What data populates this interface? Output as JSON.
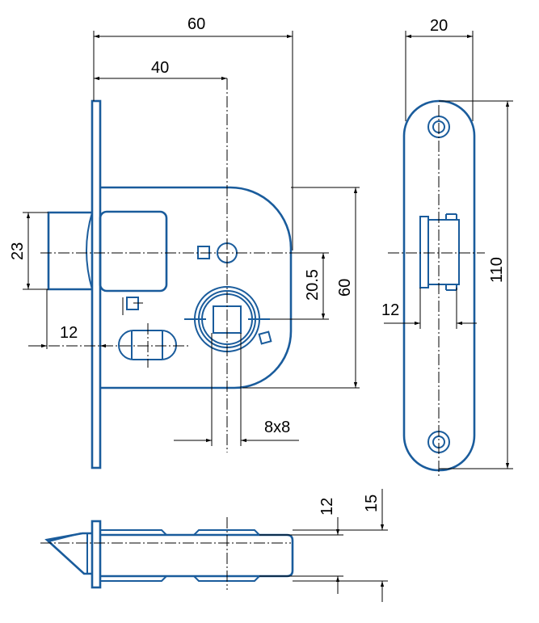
{
  "drawing": {
    "front_view": {
      "width_total": "60",
      "spindle_offset": "40",
      "latch_height": "23",
      "spindle_to_hub": "20.5",
      "body_height": "60",
      "latch_projection": "12",
      "square_hole": "8x8"
    },
    "strike_plate": {
      "width": "20",
      "height": "110",
      "window_width": "12"
    },
    "bottom_view": {
      "inner_thickness": "12",
      "outer_thickness": "15"
    },
    "line_color": "#1a5c9c"
  }
}
